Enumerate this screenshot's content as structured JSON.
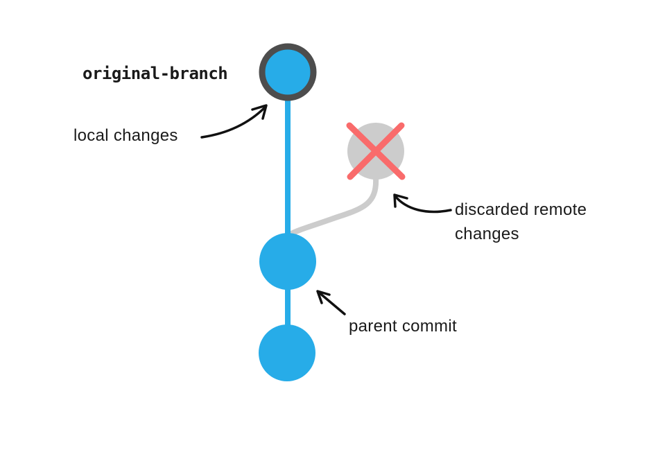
{
  "diagram": {
    "title_hint": "git branch diagram",
    "labels": {
      "branch": "original-branch",
      "local_changes": "local changes",
      "discarded_remote": "discarded remote changes",
      "parent_commit": "parent commit"
    },
    "colors": {
      "background": "#ffffff",
      "commit_blue": "#27ace8",
      "head_ring_gray": "#4d4d4d",
      "discarded_gray": "#cccccc",
      "cross_red": "#f96b6b",
      "arrow_ink": "#111111",
      "text_ink": "#1a1a1a"
    }
  }
}
